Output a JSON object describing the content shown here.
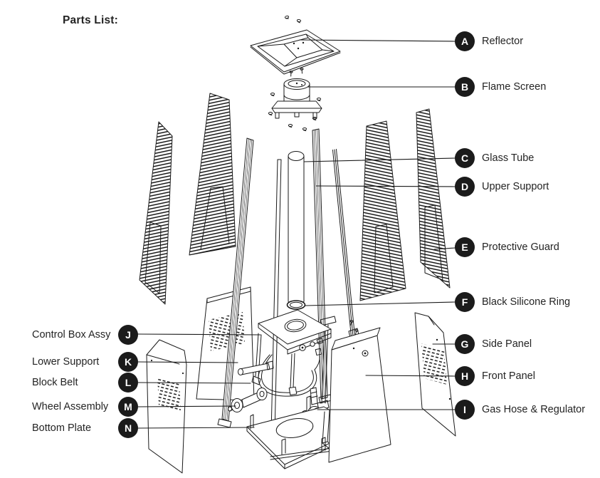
{
  "title": "Parts List:",
  "parts": [
    {
      "letter": "A",
      "name": "Reflector"
    },
    {
      "letter": "B",
      "name": "Flame Screen"
    },
    {
      "letter": "C",
      "name": "Glass Tube"
    },
    {
      "letter": "D",
      "name": "Upper Support"
    },
    {
      "letter": "E",
      "name": "Protective Guard"
    },
    {
      "letter": "F",
      "name": "Black Silicone Ring"
    },
    {
      "letter": "G",
      "name": "Side Panel"
    },
    {
      "letter": "H",
      "name": "Front Panel"
    },
    {
      "letter": "I",
      "name": "Gas Hose & Regulator"
    },
    {
      "letter": "J",
      "name": "Control Box Assy"
    },
    {
      "letter": "K",
      "name": "Lower Support"
    },
    {
      "letter": "L",
      "name": "Block Belt"
    },
    {
      "letter": "M",
      "name": "Wheel Assembly"
    },
    {
      "letter": "N",
      "name": "Bottom Plate"
    }
  ],
  "colors": {
    "background": "#ffffff",
    "line": "#1a1a1a",
    "badge_background": "#1b1b1b",
    "badge_letter": "#ffffff",
    "label_text": "#242424"
  }
}
